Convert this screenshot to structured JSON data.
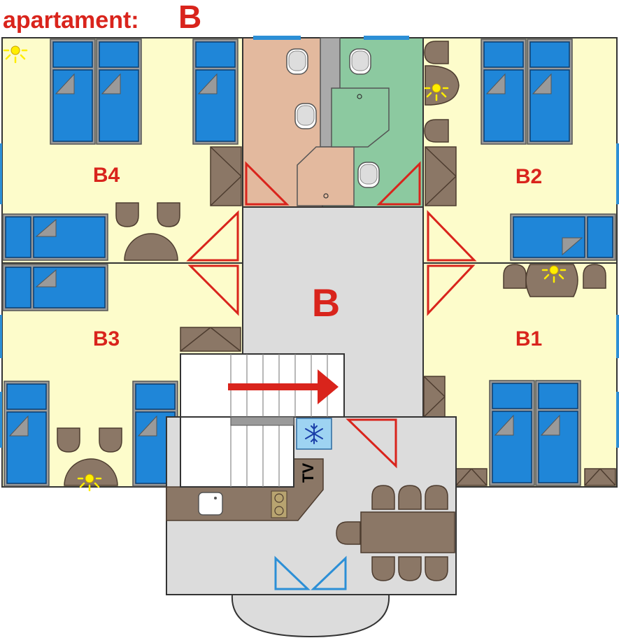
{
  "heading": {
    "prefix": "apartament:",
    "letter": "B"
  },
  "rooms": {
    "b4": "B4",
    "b2": "B2",
    "b3": "B3",
    "b1": "B1",
    "hall": "B"
  },
  "kitchen": {
    "tv_label": "TV"
  },
  "colors": {
    "accent_red": "#d9241c",
    "room_fill": "#fdfccb",
    "hall_fill": "#dcdcdc",
    "bed_blue": "#1f86d8",
    "furniture_brown": "#8b7766",
    "bath_pink": "#e3b99e",
    "shower_green": "#8cc9a0",
    "window_blue": "#2c8fd6",
    "lamp_yellow": "#ffee00"
  },
  "icons": {
    "lamp": "lamp-icon",
    "snowflake": "snowflake-icon",
    "arrow": "stairs-arrow-icon"
  }
}
